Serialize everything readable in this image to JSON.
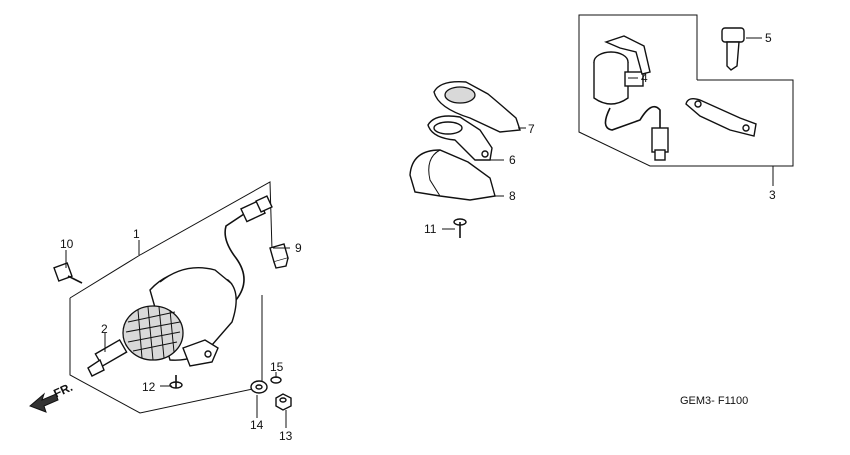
{
  "diagram": {
    "code": "GEM3- F1100",
    "direction_label": "FR.",
    "callouts": {
      "c1": "1",
      "c2": "2",
      "c3": "3",
      "c4": "4",
      "c5": "5",
      "c6": "6",
      "c7": "7",
      "c8": "8",
      "c9": "9",
      "c10": "10",
      "c11": "11",
      "c12": "12",
      "c13": "13",
      "c14": "14",
      "c15": "15"
    }
  }
}
